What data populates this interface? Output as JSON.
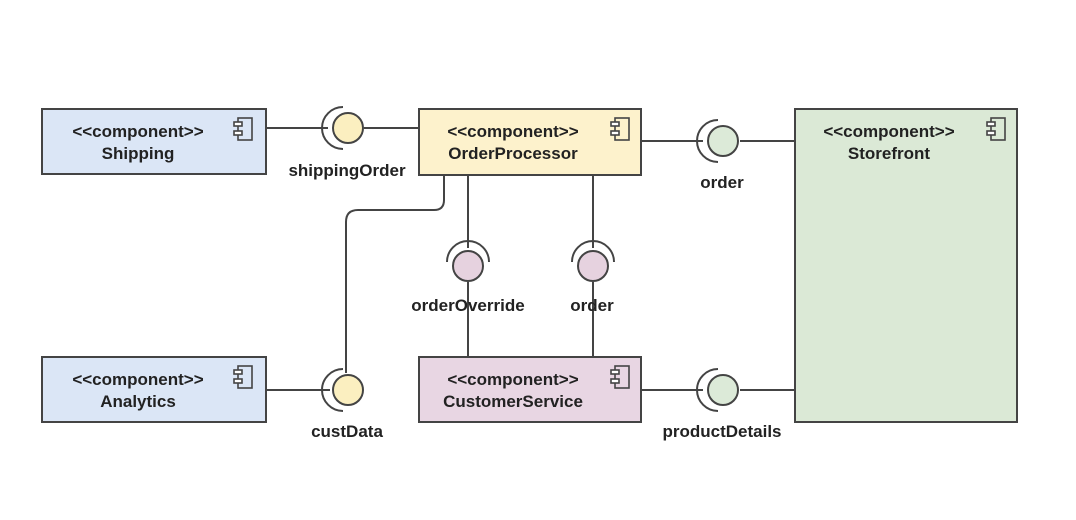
{
  "components": {
    "shipping": {
      "stereotype": "<<component>>",
      "name": "Shipping"
    },
    "order_processor": {
      "stereotype": "<<component>>",
      "name": "OrderProcessor"
    },
    "storefront": {
      "stereotype": "<<component>>",
      "name": "Storefront"
    },
    "analytics": {
      "stereotype": "<<component>>",
      "name": "Analytics"
    },
    "customer_service": {
      "stereotype": "<<component>>",
      "name": "CustomerService"
    }
  },
  "interfaces": {
    "shipping_order": "shippingOrder",
    "order_top": "order",
    "order_override": "orderOverride",
    "order_mid": "order",
    "cust_data": "custData",
    "product_details": "productDetails"
  },
  "colors": {
    "blue_fill": "#dbe6f6",
    "yellow_fill": "#fdf2cc",
    "green_fill": "#dbe9d6",
    "pink_fill": "#e8d6e3",
    "yellow_ball": "#fbefc0",
    "green_ball": "#dcead8",
    "pink_ball": "#e6d2df"
  }
}
